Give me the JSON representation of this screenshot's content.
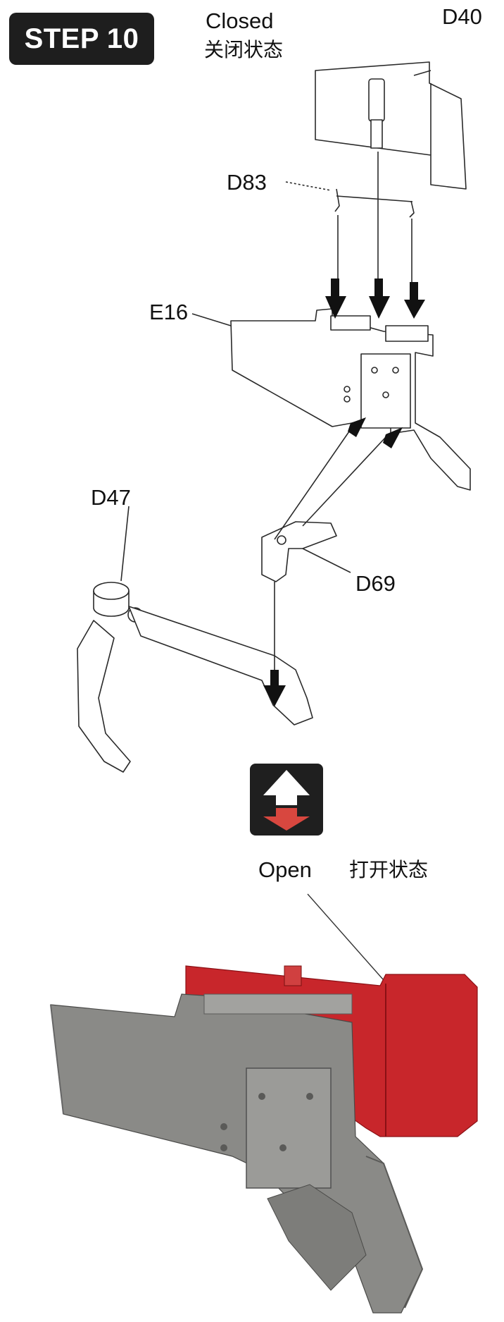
{
  "step": {
    "label": "STEP 10"
  },
  "closed": {
    "title": "Closed",
    "title_cn": "关闭状态"
  },
  "open": {
    "title": "Open",
    "title_cn": "打开状态"
  },
  "parts": {
    "d40": "D40",
    "d83": "D83",
    "e16": "E16",
    "d47": "D47",
    "d69": "D69"
  },
  "icons": {
    "toggle": "open-close-toggle-icon"
  },
  "colors": {
    "badge_bg": "#1e1e1e",
    "part_red": "#c8262b",
    "part_grey": "#8a8a87",
    "line": "#2a2a2a"
  }
}
